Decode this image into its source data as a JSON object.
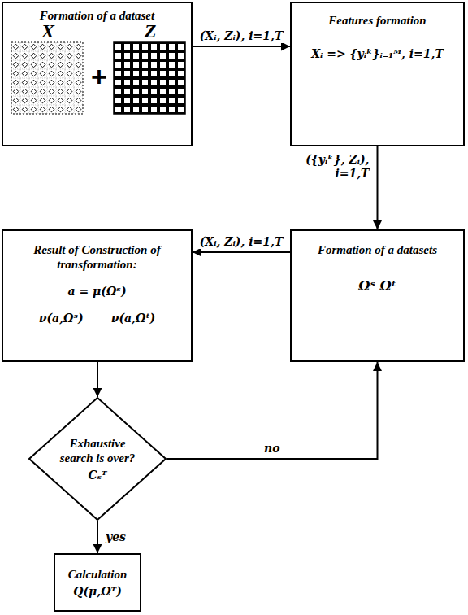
{
  "diagram": {
    "nodes": [
      {
        "text": [
          "Formation of a dataset",
          "X",
          "+",
          "Z"
        ]
      },
      {
        "text": [
          "Features formation",
          "Xᵢ => {yᵢᵏ}ᵢ₌₁ᴹ, i=1,T"
        ]
      },
      {
        "text": [
          "Formation of a datasets",
          "Ωˢ Ωᵗ"
        ]
      },
      {
        "text": [
          "Result of Construction of transformation:",
          "a = μ(Ωˢ)",
          "ν(a,Ωˢ)",
          "ν(a,Ωᵗ)"
        ]
      },
      {
        "text": [
          "Exhaustive search is over?",
          "Cₛᵀ"
        ]
      },
      {
        "text": [
          "Calculation",
          "Q(μ,Ωᵀ)"
        ]
      }
    ],
    "edges": [
      {
        "from": 0,
        "to": 1,
        "label": "(Xᵢ, Zᵢ), i=1,T",
        "arrow": "to"
      },
      {
        "from": 1,
        "to": 2,
        "label": "({yᵢᵏ}, Zᵢ), i=1,T",
        "arrow": "to"
      },
      {
        "from": 2,
        "to": 3,
        "label": "(Xᵢ, Zᵢ), i=1,T",
        "arrow": "to"
      },
      {
        "from": 3,
        "to": 4,
        "arrow": "to"
      },
      {
        "from": 4,
        "to": 2,
        "label": "no",
        "arrow": "to"
      },
      {
        "from": 4,
        "to": 5,
        "label": "yes",
        "arrow": "to"
      }
    ]
  }
}
